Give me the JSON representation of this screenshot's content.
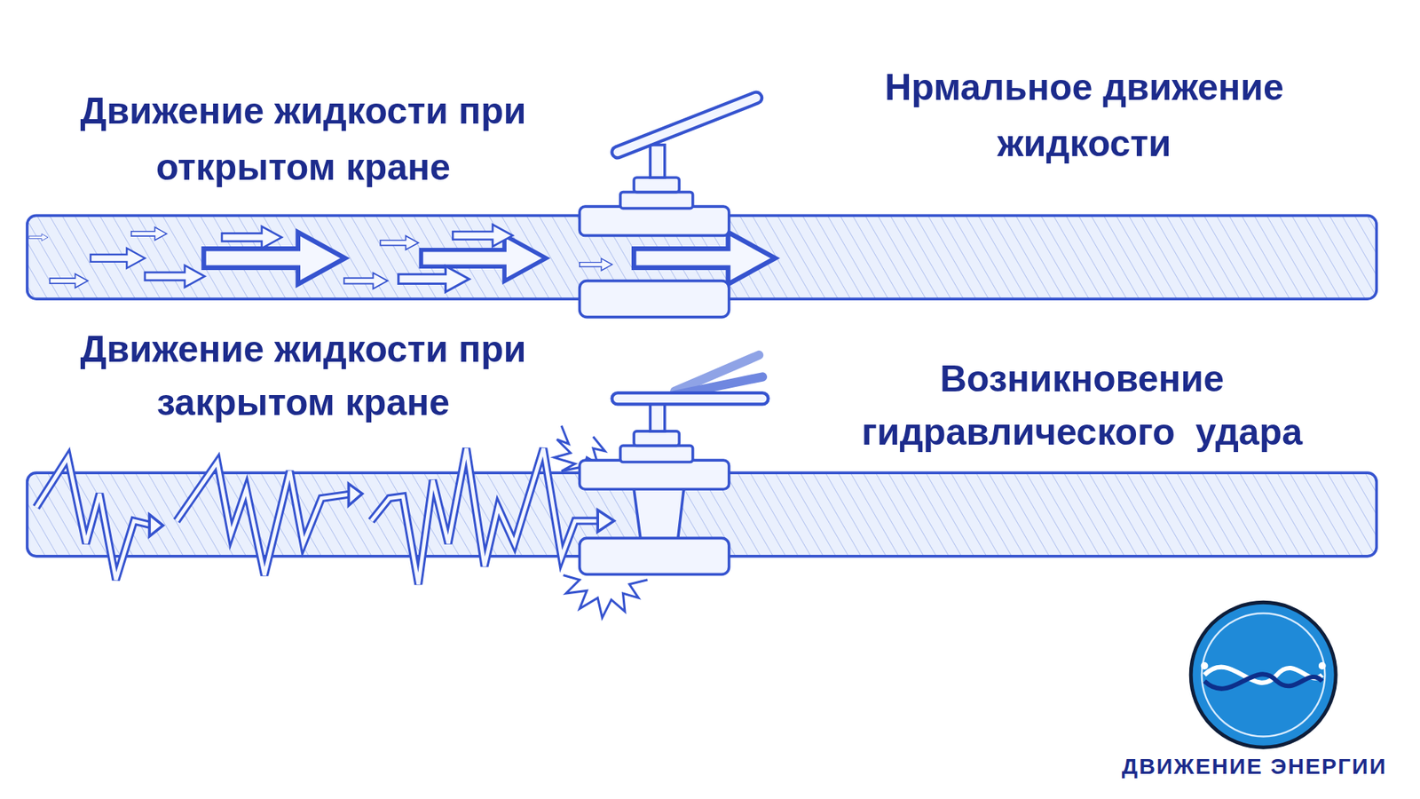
{
  "diagram": {
    "labels": [
      "Движение жидкости при открытом кране",
      "Нрмальное движение жидкости",
      "Движение жидкости при закрытом кране",
      "Возникновение гидравлического  удара",
      "ДВИЖЕНИЕ ЭНЕРГИИ"
    ]
  }
}
